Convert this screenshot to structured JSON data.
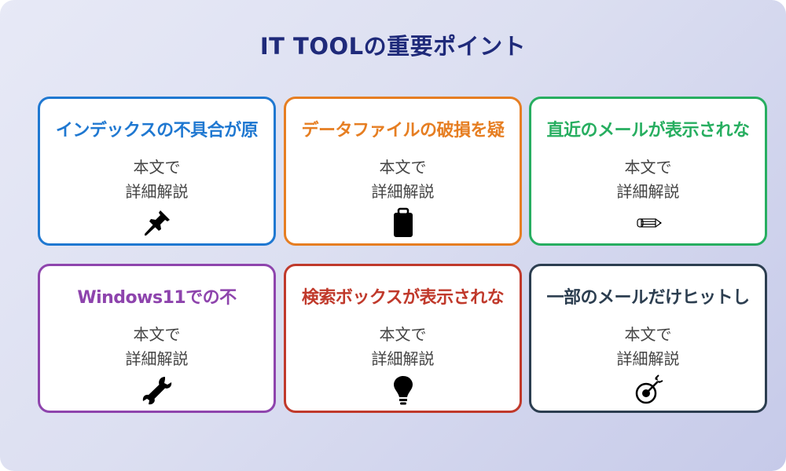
{
  "title": "IT TOOLの重要ポイント",
  "cards": [
    {
      "title": "インデックスの不具合が原",
      "body_line1": "本文で",
      "body_line2": "詳細解説",
      "icon": "pushpin-icon",
      "color": "#1f78d1"
    },
    {
      "title": "データファイルの破損を疑",
      "body_line1": "本文で",
      "body_line2": "詳細解説",
      "icon": "clipboard-icon",
      "color": "#e67e22"
    },
    {
      "title": "直近のメールが表示されな",
      "body_line1": "本文で",
      "body_line2": "詳細解説",
      "icon": "pencil-icon",
      "color": "#27ae60"
    },
    {
      "title": "Windows11での不",
      "body_line1": "本文で",
      "body_line2": "詳細解説",
      "icon": "wrench-icon",
      "color": "#8e44ad"
    },
    {
      "title": "検索ボックスが表示されな",
      "body_line1": "本文で",
      "body_line2": "詳細解説",
      "icon": "lightbulb-icon",
      "color": "#c0392b"
    },
    {
      "title": "一部のメールだけヒットし",
      "body_line1": "本文で",
      "body_line2": "詳細解説",
      "icon": "target-icon",
      "color": "#2c3e50"
    }
  ]
}
